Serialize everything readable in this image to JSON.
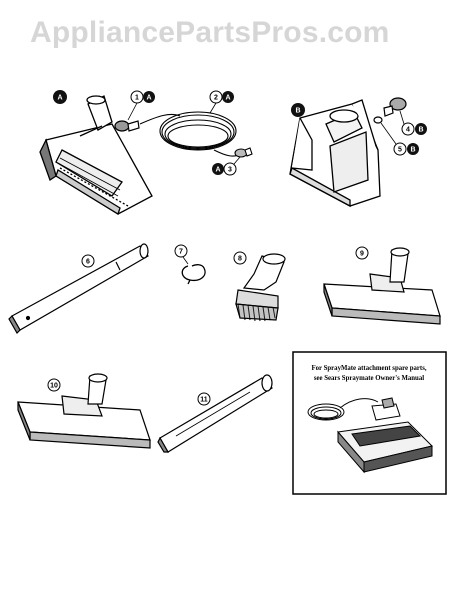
{
  "watermark": "AppliancePartsPros.com",
  "callouts": {
    "a": "A",
    "one": "1",
    "one_a": "A",
    "two": "2",
    "two_a": "A",
    "three_a": "A",
    "three": "3",
    "b": "B",
    "four": "4",
    "four_b": "B",
    "five": "5",
    "five_b": "B",
    "six": "6",
    "seven": "7",
    "eight": "8",
    "nine": "9",
    "ten": "10",
    "eleven": "11"
  },
  "note": {
    "line1": "For SprayMate attachment spare parts,",
    "line2": "see Sears Spraymate Owner's Manual"
  }
}
